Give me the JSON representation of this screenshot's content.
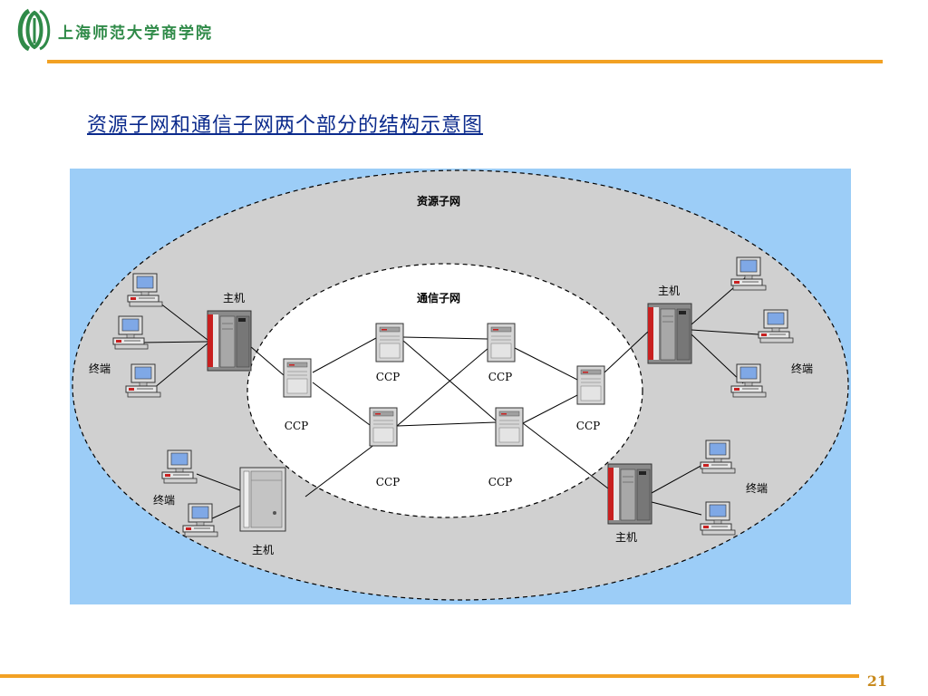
{
  "header": {
    "school_name": "上海师范大学商学院"
  },
  "slide": {
    "title": "资源子网和通信子网两个部分的结构示意图",
    "page_number": "21"
  },
  "diagram": {
    "outer_label": "资源子网",
    "inner_label": "通信子网",
    "host_label": "主机",
    "terminal_label": "终端",
    "ccp_label": "CCP",
    "colors": {
      "background": "#9ccdf7",
      "resource_subnet": "#d0d0d0",
      "communication_subnet": "#ffffff",
      "accent_line": "#f2a124",
      "title_blue": "#0b2a8c",
      "logo_green": "#2f8a48"
    }
  }
}
